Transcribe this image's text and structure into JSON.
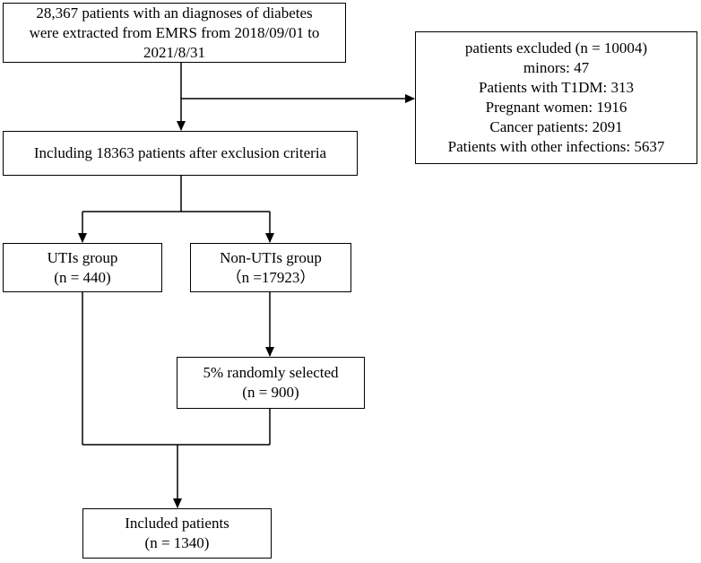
{
  "diagram": {
    "nodes": {
      "extracted": {
        "lines": [
          "28,367 patients with an diagnoses of diabetes",
          "were extracted from EMRS from 2018/09/01 to",
          "2021/8/31"
        ]
      },
      "excluded": {
        "lines": [
          "patients excluded (n = 10004)",
          "minors: 47",
          "Patients with T1DM: 313",
          "Pregnant women: 1916",
          "Cancer patients: 2091",
          "Patients with other infections: 5637"
        ]
      },
      "included_after_exclusion": {
        "lines": [
          "Including 18363 patients after exclusion criteria"
        ]
      },
      "utis_group": {
        "lines": [
          "UTIs group",
          "(n = 440)"
        ]
      },
      "non_utis_group": {
        "lines": [
          "Non-UTIs group",
          "（n =17923）"
        ]
      },
      "random_selected": {
        "lines": [
          "5% randomly selected",
          "(n = 900)"
        ]
      },
      "included_patients": {
        "lines": [
          "Included patients",
          "(n = 1340)"
        ]
      }
    },
    "colors": {
      "stroke": "#000000",
      "background": "#ffffff"
    }
  }
}
